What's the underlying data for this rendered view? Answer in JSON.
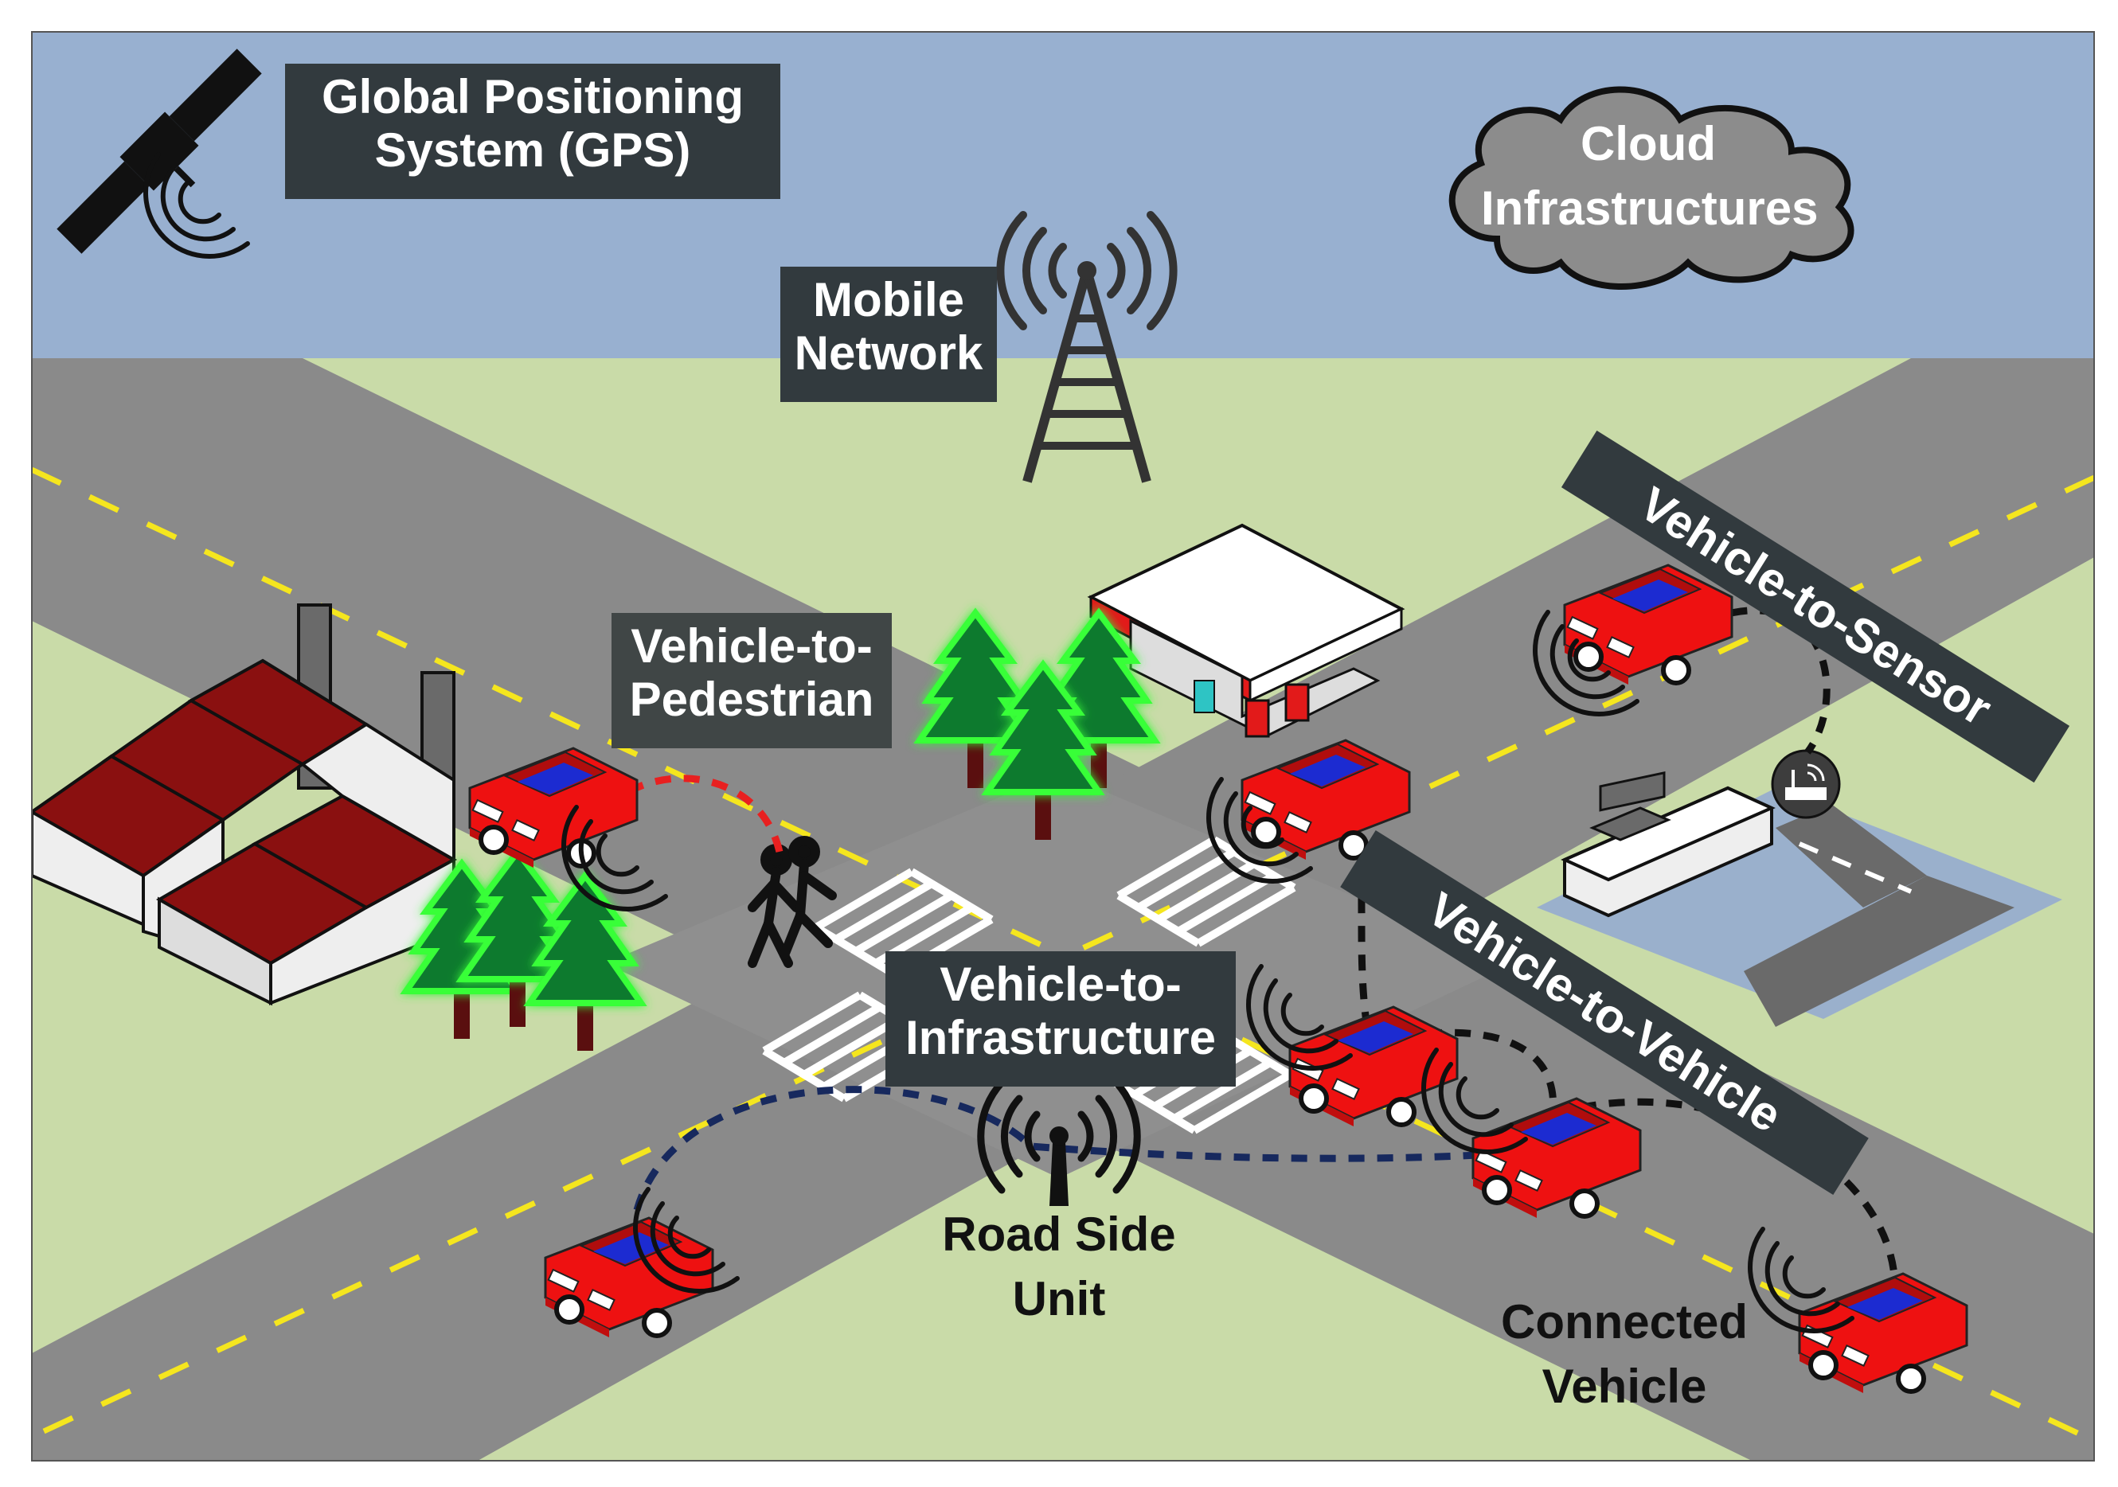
{
  "labels": {
    "gps": "Global Positioning\nSystem (GPS)",
    "cloud": "Cloud\nInfrastructures",
    "mobile": "Mobile\nNetwork",
    "v2p": "Vehicle-to-\nPedestrian",
    "v2i": "Vehicle-to-\nInfrastructure",
    "v2s": "Vehicle-to-Sensor",
    "v2v": "Vehicle-to-Vehicle",
    "rsu": "Road Side\nUnit",
    "connected": "Connected\nVehicle"
  },
  "colors": {
    "sky": "#98b0d0",
    "grass": "#c9dba8",
    "road": "#8a8a8a",
    "lane": "#f5e61e",
    "car_body": "#ee1111",
    "car_glass": "#1c2bd1",
    "roof": "#8a1010",
    "tree": "#0a7a2e",
    "tree_glow": "#39ff39",
    "label_bg": "#323a3e",
    "cloud": "#8c8c8c",
    "v2p_link": "#e82020",
    "v2i_link": "#17295e",
    "v2v_link": "#111111"
  },
  "icons": [
    "satellite-icon",
    "cloud-icon",
    "cell-tower-icon",
    "factory-icon",
    "gas-station-icon",
    "airport-icon",
    "pedestrian-icon",
    "tree-icon",
    "car-icon",
    "road-side-unit-icon",
    "router-icon"
  ]
}
